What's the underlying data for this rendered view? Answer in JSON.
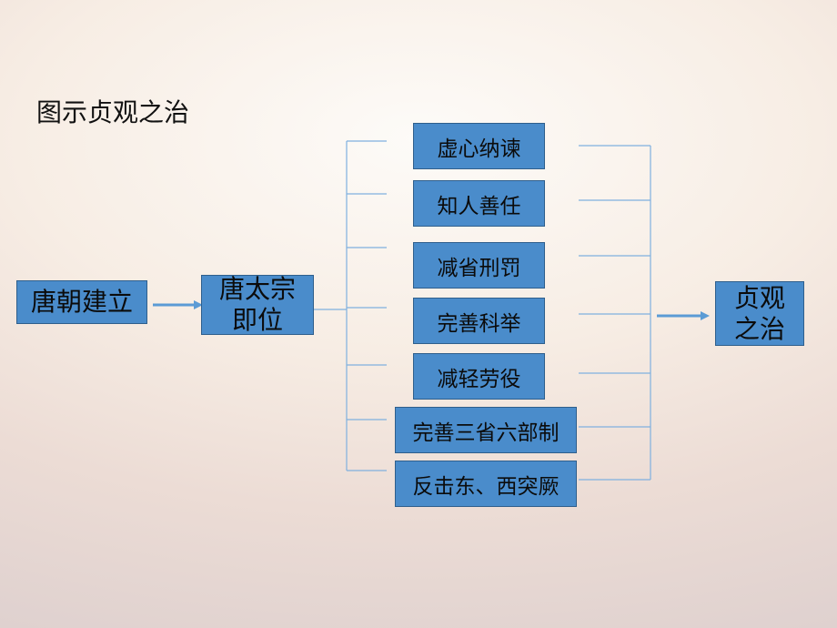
{
  "title": "图示贞观之治",
  "start_node": "唐朝建立",
  "middle_node": {
    "line1": "唐太宗",
    "line2": "即位"
  },
  "measures": [
    "虚心纳谏",
    "知人善任",
    "减省刑罚",
    "完善科举",
    "减轻劳役",
    "完善三省六部制",
    "反击东、西突厥"
  ],
  "result_node": {
    "line1": "贞观",
    "line2": "之治"
  },
  "colors": {
    "box_fill": "#4a8ccb",
    "box_border": "#2f5f8c",
    "line": "#7fb0df",
    "arrow": "#5b9bd5"
  }
}
